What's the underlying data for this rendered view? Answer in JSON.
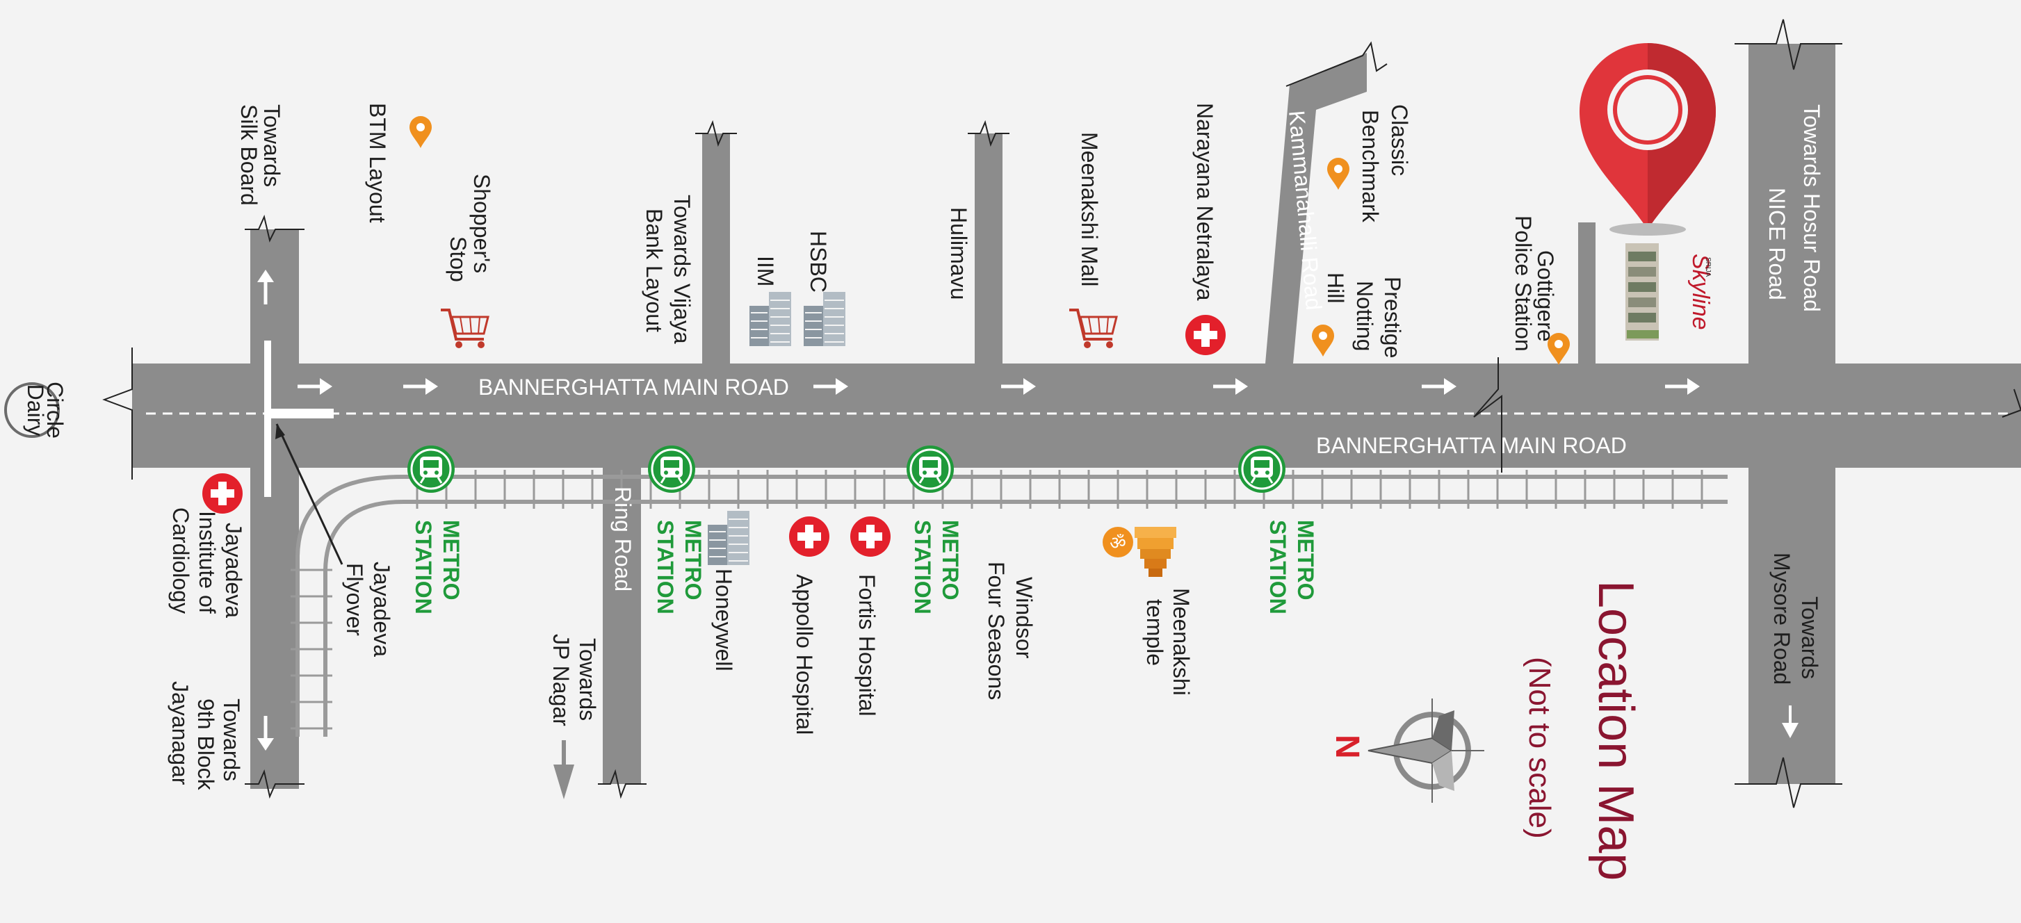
{
  "colors": {
    "road": "#8c8c8c",
    "metro": "#1f9a3a",
    "hospital": "#e3202b",
    "poi_pin": "#f0901e",
    "location_pin": "#e0353b",
    "title": "#8a1530",
    "north": "#d8202a"
  },
  "roads": {
    "main_top": "BANNERGHATTA MAIN ROAD",
    "main_bottom": "BANNERGHATTA MAIN ROAD",
    "kammanahalli": "Kammanahalli Road",
    "ring": "Ring Road",
    "nice_line1": "Towards Hosur Road",
    "nice_line2": "NICE Road"
  },
  "places": {
    "dairy_line1": "Dairy",
    "dairy_line2": "Circle",
    "silk_line1": "Towards",
    "silk_line2": "Silk Board",
    "btm": "BTM Layout",
    "shoppers_line1": "Shopper's",
    "shoppers_line2": "Stop",
    "vijaya_line1": "Towards Vijaya",
    "vijaya_line2": "Bank Layout",
    "iim": "IIM",
    "hsbc": "HSBC",
    "hulimavu": "Hulimavu",
    "meenakshi_mall": "Meenakshi Mall",
    "narayana": "Narayana Netralaya",
    "classic_line1": "Classic",
    "classic_line2": "Benchmark",
    "prestige_line1": "Prestige",
    "prestige_line2": "Notting",
    "prestige_line3": "Hill",
    "gottigere_line1": "Gottigere",
    "gottigere_line2": "Police Station",
    "jayadeva_inst_line1": "Jayadeva",
    "jayadeva_inst_line2": "Institute of",
    "jayadeva_inst_line3": "Cardiology",
    "jayadeva_fly_line1": "Jayadeva",
    "jayadeva_fly_line2": "Flyover",
    "jayanagar_line1": "Towards",
    "jayanagar_line2": "9th Block",
    "jayanagar_line3": "Jayanagar",
    "jpnagar_line1": "Towards",
    "jpnagar_line2": "JP Nagar",
    "honeywell": "Honeywell",
    "appollo": "Appollo Hospital",
    "fortis": "Fortis Hospital",
    "windsor_line1": "Windsor",
    "windsor_line2": "Four Seasons",
    "meenakshi_temple_line1": "Meenakshi",
    "meenakshi_temple_line2": "temple",
    "mysore_line1": "Towards",
    "mysore_line2": "Mysore Road"
  },
  "metro": {
    "line1": "METRO",
    "line2": "STATION"
  },
  "title": {
    "main": "Location Map",
    "sub": "(Not to scale)"
  },
  "compass": {
    "north_letter": "N"
  },
  "logo": {
    "brand": "Skyline",
    "small": "SRIJA"
  }
}
